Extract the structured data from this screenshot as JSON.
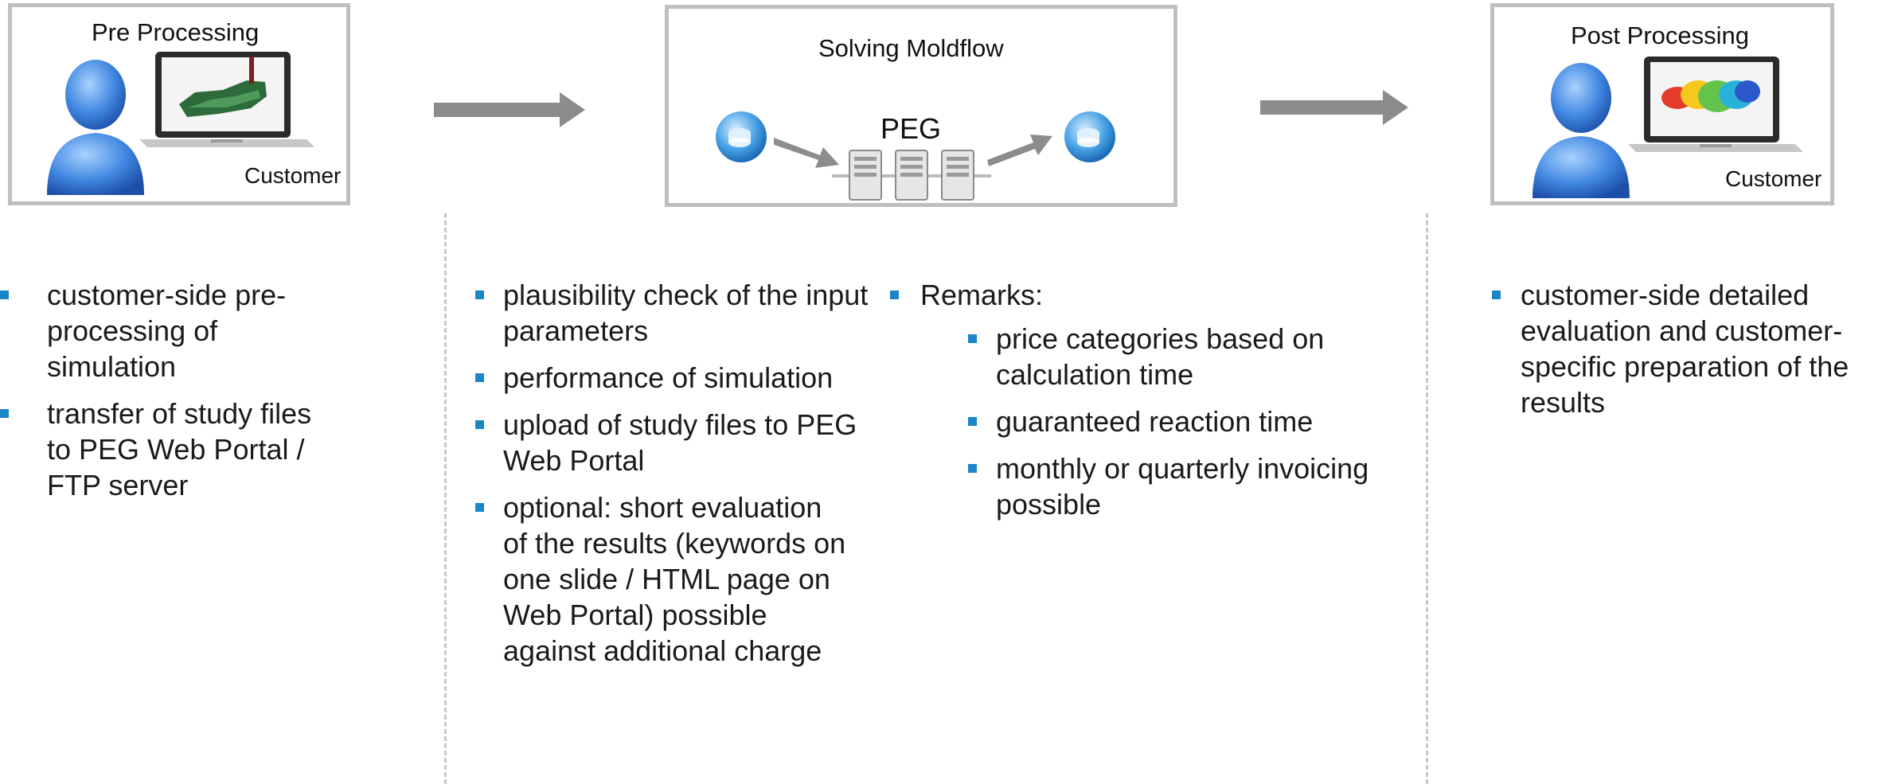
{
  "colors": {
    "bullet": "#1a86c8",
    "box_border": "#bfbfbf",
    "arrow": "#8c8c8c",
    "divider": "#c8c8c8"
  },
  "pre": {
    "title": "Pre Processing",
    "caption": "Customer",
    "bullets": [
      "customer-side pre-processing of simulation",
      "transfer of study files to PEG Web Portal / FTP server"
    ]
  },
  "solve": {
    "title": "Solving Moldflow",
    "server_label": "PEG",
    "bullets": [
      "plausibility check of the input parameters",
      "performance of simulation",
      "upload of study files to PEG Web Portal",
      "optional: short evaluation of the results (keywords on one slide / HTML page on Web Portal) possible against additional charge"
    ]
  },
  "remarks": {
    "title": "Remarks:",
    "items": [
      "price categories based on calculation time",
      "guaranteed reaction time",
      "monthly or quarterly invoicing possible"
    ]
  },
  "post": {
    "title": "Post Processing",
    "caption": "Customer",
    "bullets": [
      "customer-side detailed evaluation and customer-specific preparation of the results"
    ]
  }
}
